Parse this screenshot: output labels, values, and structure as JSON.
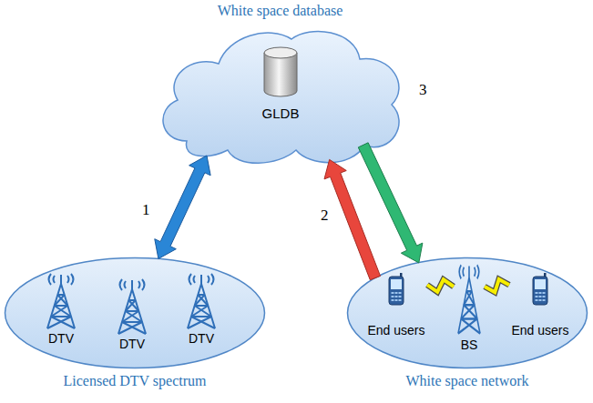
{
  "diagram": {
    "nodes": [
      {
        "text": [
          "White space database"
        ]
      },
      {
        "text": [
          "GLDB"
        ],
        "in": 0
      },
      {
        "text": [
          "Licensed DTV spectrum"
        ]
      },
      {
        "text": [
          "DTV"
        ],
        "in": 2
      },
      {
        "text": [
          "DTV"
        ],
        "in": 2
      },
      {
        "text": [
          "DTV"
        ],
        "in": 2
      },
      {
        "text": [
          "White space network"
        ]
      },
      {
        "text": [
          "End users"
        ],
        "in": 6
      },
      {
        "text": [
          "BS"
        ],
        "in": 6
      },
      {
        "text": [
          "End users"
        ],
        "in": 6
      }
    ],
    "edges": [
      {
        "from": 0,
        "to": 2,
        "label": "1",
        "arrow": "both"
      },
      {
        "from": 6,
        "to": 0,
        "label": "2",
        "arrow": "to"
      },
      {
        "from": 0,
        "to": 6,
        "label": "3",
        "arrow": "to"
      },
      {
        "from": 7,
        "to": 8,
        "arrow": "none"
      },
      {
        "from": 8,
        "to": 9,
        "arrow": "none"
      }
    ]
  }
}
